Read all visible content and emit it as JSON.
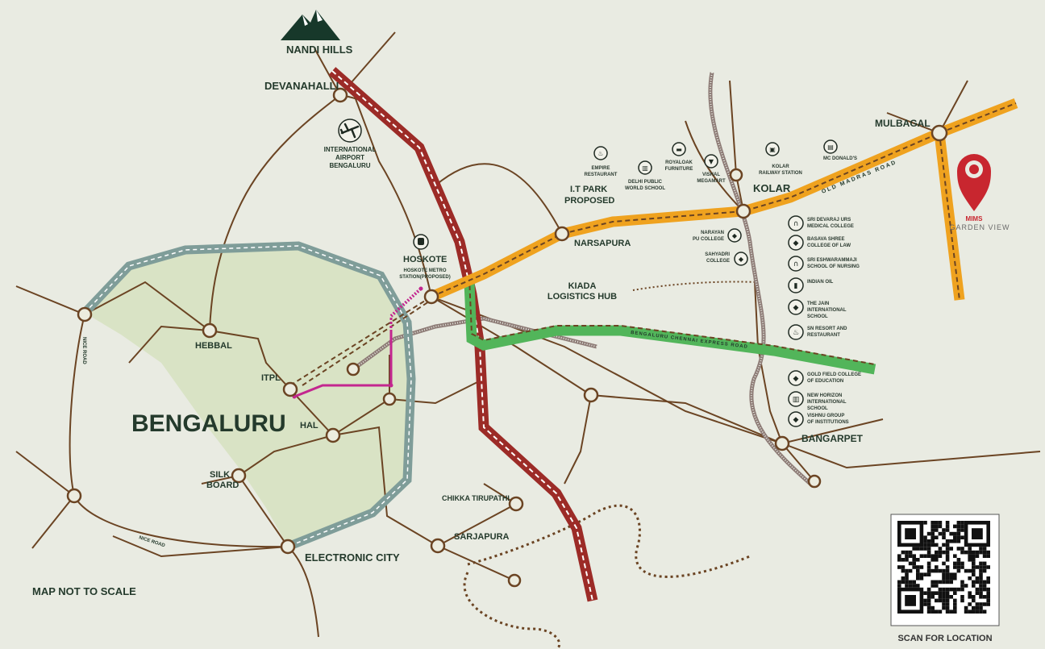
{
  "map_title_note": "MAP NOT TO SCALE",
  "places": {
    "nandi_hills": "NANDI HILLS",
    "devanahalli": "DEVANAHALLI",
    "airport": [
      "INTERNATIONAL",
      "AIRPORT",
      "BENGALURU"
    ],
    "hebbal": "HEBBAL",
    "itpl": "ITPL",
    "bengaluru": "BENGALURU",
    "hal": "HAL",
    "silk_board": [
      "SILK",
      "BOARD"
    ],
    "electronic_city": "ELECTRONIC CITY",
    "hoskote": "HOSKOTE",
    "hoskote_metro": [
      "HOSKOTE METRO",
      "STATION(PROPOSED)"
    ],
    "it_park": [
      "I.T PARK",
      "PROPOSED"
    ],
    "narsapura": "NARSAPURA",
    "kiada": [
      "KIADA",
      "LOGISTICS HUB"
    ],
    "kolar": "KOLAR",
    "mulbagal": "MULBAGAL",
    "bangarpet": "BANGARPET",
    "chikka_tirupathi": "CHIKKA TIRUPATHI",
    "sarjapura": "SARJAPURA"
  },
  "roads": {
    "nice_road_1": "NICE ROAD",
    "nice_road_2": "NICE ROAD",
    "old_madras_road": "OLD MADRAS ROAD",
    "expressway": "BENGALURU CHENNAI EXPRESS ROAD"
  },
  "pois_top": [
    {
      "icon": "restaurant-icon",
      "label": [
        "EMPIRE",
        "RESTAURANT"
      ]
    },
    {
      "icon": "book-icon",
      "label": [
        "DELHI PUBLIC",
        "WORLD SCHOOL"
      ]
    },
    {
      "icon": "sofa-icon",
      "label": [
        "ROYALOAK",
        "FURNITURE"
      ]
    },
    {
      "icon": "cart-icon",
      "label": [
        "VISHAL",
        "MEGAMART"
      ]
    },
    {
      "icon": "train-icon",
      "label": [
        "KOLAR",
        "RAILWAY STATION"
      ]
    },
    {
      "icon": "fastfood-icon",
      "label": [
        "MC DONALD'S"
      ]
    }
  ],
  "pois_mid": [
    {
      "icon": "graduation-cap-icon",
      "label": [
        "NARAYAN",
        "PU COLLEGE"
      ]
    },
    {
      "icon": "graduation-cap-icon",
      "label": [
        "SAHYADRI",
        "COLLEGE"
      ]
    }
  ],
  "pois_right": [
    {
      "icon": "stethoscope-icon",
      "label": [
        "SRI DEVARAJ URS",
        "MEDICAL COLLEGE"
      ]
    },
    {
      "icon": "graduation-cap-icon",
      "label": [
        "BASAVA SHREE",
        "COLLEGE OF LAW"
      ]
    },
    {
      "icon": "stethoscope-icon",
      "label": [
        "SRI ESHWARAMMAJI",
        "SCHOOL OF NURSING"
      ]
    },
    {
      "icon": "fuel-icon",
      "label": [
        "INDIAN OIL"
      ]
    },
    {
      "icon": "graduation-cap-icon",
      "label": [
        "THE JAIN",
        "INTERNATIONAL",
        "SCHOOL"
      ]
    },
    {
      "icon": "restaurant-icon",
      "label": [
        "SN RESORT AND",
        "RESTAURANT"
      ]
    },
    {
      "icon": "graduation-cap-icon",
      "label": [
        "GOLD FIELD COLLEGE",
        "OF EDUCATION"
      ]
    },
    {
      "icon": "book-icon",
      "label": [
        "NEW HORIZON",
        "INTERNATIONAL",
        "SCHOOL"
      ]
    },
    {
      "icon": "graduation-cap-icon",
      "label": [
        "VISHNU GROUP",
        "OF INSTITUTIONS"
      ]
    }
  ],
  "project": {
    "name": "MIMS",
    "sub": "GARDEN VIEW"
  },
  "qr": {
    "caption": "SCAN FOR LOCATION"
  },
  "colors": {
    "background": "#e9ebe2",
    "city_fill": "#d9e3c5",
    "ring_road": "#7f9d99",
    "highway_red": "#9c2b27",
    "old_madras_orange": "#efa21f",
    "expressway_green": "#52b55a",
    "metro_magenta": "#c3268f",
    "local_road": "#6b4423",
    "pin_red": "#c8262f"
  }
}
